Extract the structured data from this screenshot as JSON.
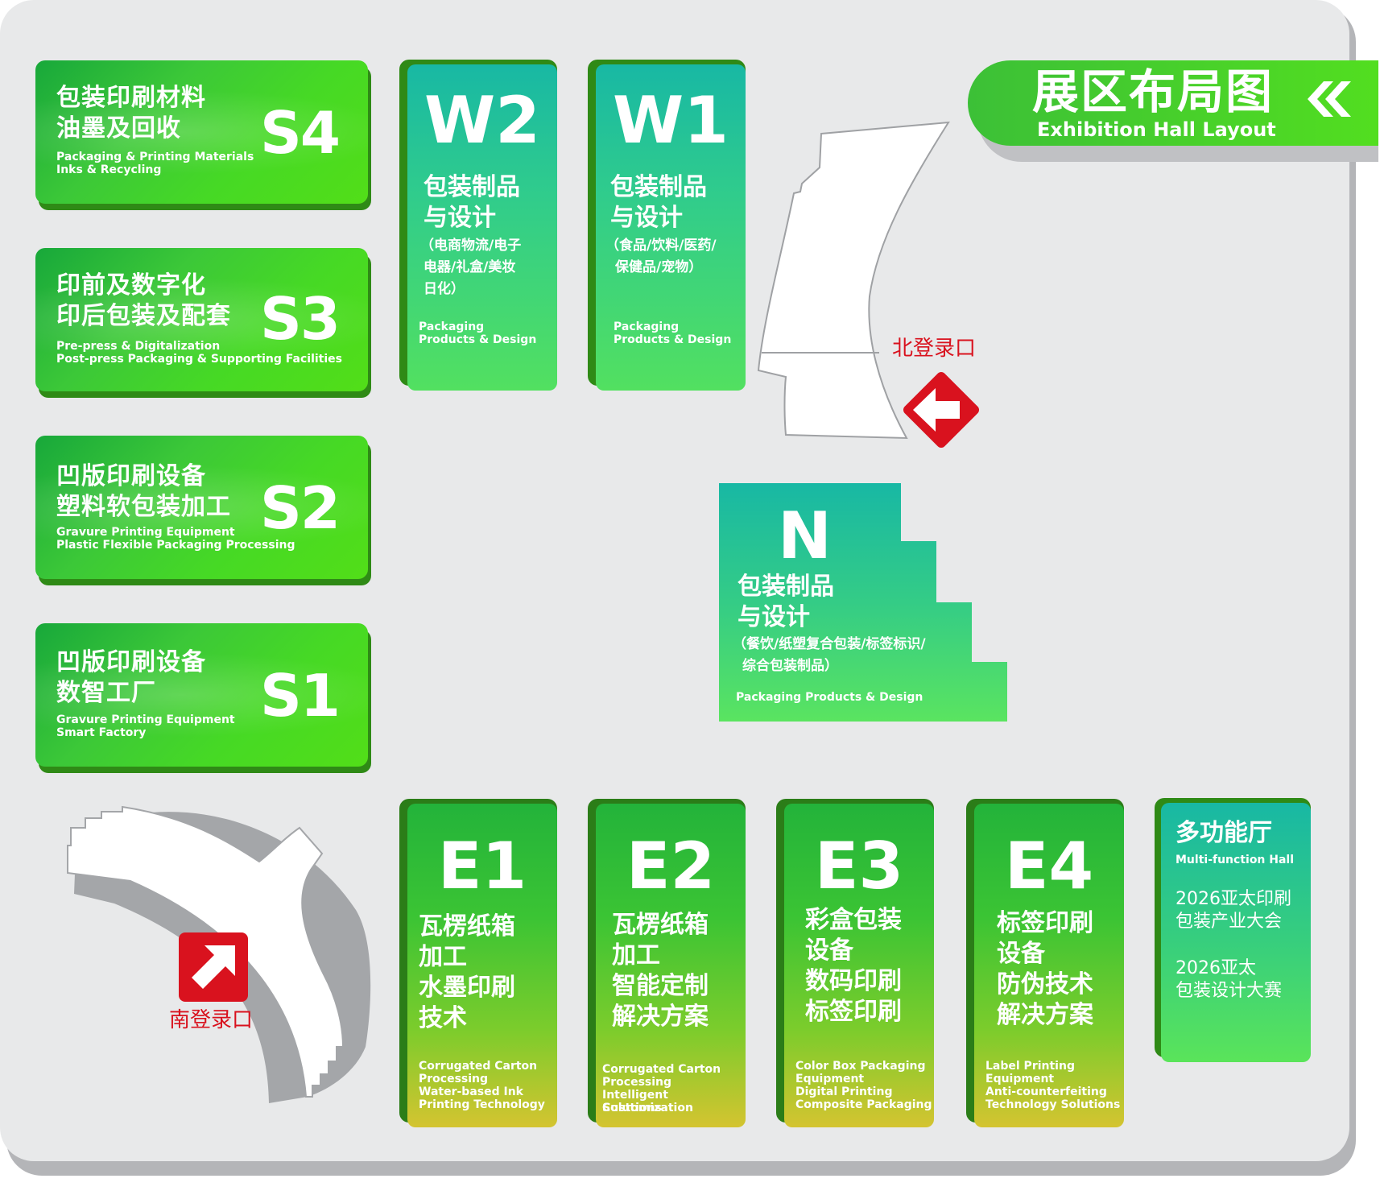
{
  "title": {
    "cn": "展区布局图",
    "en": "Exhibition Hall Layout"
  },
  "colors": {
    "hall_green": "#3cc838",
    "teal": "#18b8a4",
    "entry_red": "#d9121e",
    "gold": "#d4c430"
  },
  "south_halls": [
    {
      "code": "S4",
      "cn1": "包装印刷材料",
      "cn2": "油墨及回收",
      "en1": "Packaging & Printing Materials",
      "en2": "Inks & Recycling"
    },
    {
      "code": "S3",
      "cn1": "印前及数字化",
      "cn2": "印后包装及配套",
      "en1": "Pre-press & Digitalization",
      "en2": "Post-press Packaging & Supporting Facilities"
    },
    {
      "code": "S2",
      "cn1": "凹版印刷设备",
      "cn2": "塑料软包装加工",
      "en1": "Gravure Printing Equipment",
      "en2": "Plastic Flexible Packaging Processing"
    },
    {
      "code": "S1",
      "cn1": "凹版印刷设备",
      "cn2": "数智工厂",
      "en1": "Gravure Printing Equipment",
      "en2": "Smart Factory"
    }
  ],
  "west_halls": [
    {
      "code": "W2",
      "cn1": "包装制品",
      "cn2": "与设计",
      "sub1": "（电商物流/电子",
      "sub2": "电器/礼盒/美妆",
      "sub3": "日化）",
      "en1": "Packaging",
      "en2": "Products & Design"
    },
    {
      "code": "W1",
      "cn1": "包装制品",
      "cn2": "与设计",
      "sub1": "（食品/饮料/医药/",
      "sub2": "保健品/宠物）",
      "sub3": "",
      "en1": "Packaging",
      "en2": "Products & Design"
    }
  ],
  "north_hall": {
    "code": "N",
    "cn1": "包装制品",
    "cn2": "与设计",
    "sub1": "（餐饮/纸塑复合包装/标签标识/",
    "sub2": "综合包装制品）",
    "en": "Packaging Products & Design"
  },
  "east_halls": [
    {
      "code": "E1",
      "cn": [
        "瓦楞纸箱",
        "加工",
        "水墨印刷",
        "技术"
      ],
      "en": [
        "Corrugated Carton",
        "Processing",
        "Water-based Ink",
        "Printing Technology"
      ]
    },
    {
      "code": "E2",
      "cn": [
        "瓦楞纸箱",
        "加工",
        "智能定制",
        "解决方案"
      ],
      "en": [
        "Corrugated Carton",
        "Processing",
        "Intelligent Customization",
        "Solutions"
      ]
    },
    {
      "code": "E3",
      "cn": [
        "彩盒包装",
        "设备",
        "数码印刷",
        "标签印刷"
      ],
      "en": [
        "Color Box Packaging",
        "Equipment",
        "Digital Printing",
        "Composite Packaging"
      ]
    },
    {
      "code": "E4",
      "cn": [
        "标签印刷",
        "设备",
        "防伪技术",
        "解决方案"
      ],
      "en": [
        "Label Printing",
        "Equipment",
        "Anti-counterfeiting",
        "Technology Solutions"
      ]
    }
  ],
  "multifunction": {
    "cn": "多功能厅",
    "en": "Multi-function Hall",
    "event1_l1": "2026亚太印刷",
    "event1_l2": "包装产业大会",
    "event2_l1": "2026亚太",
    "event2_l2": "包装设计大赛"
  },
  "entrances": {
    "north": "北登录口",
    "south": "南登录口"
  },
  "icons": {
    "title_chevron": "double-chevron-left-icon",
    "north_entry": "arrow-left-icon",
    "south_entry": "arrow-up-right-icon"
  }
}
